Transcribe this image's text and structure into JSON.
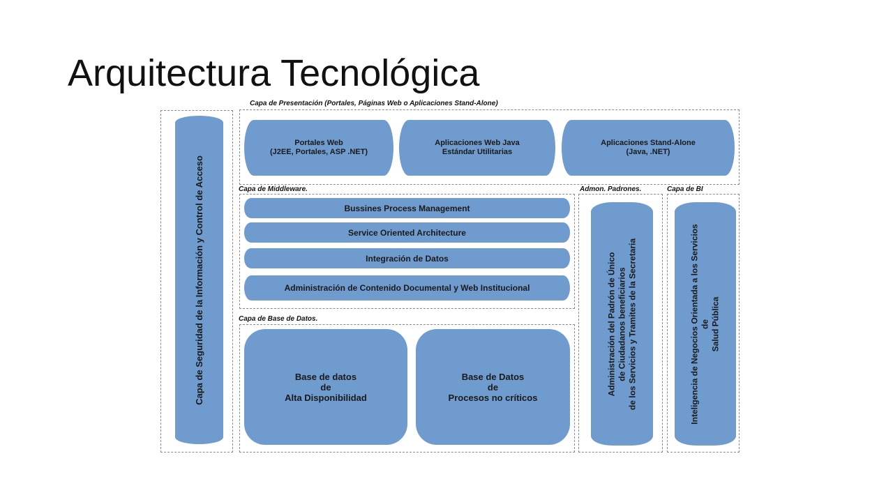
{
  "title": "Arquitectura Tecnológica",
  "colors": {
    "box_fill": "#6f9bce",
    "frame_border": "#8a8a8a"
  },
  "security": {
    "label": "Capa de Seguridad de la Información y Control de Acceso"
  },
  "presentation": {
    "label": "Capa de Presentación (Portales, Páginas Web o Aplicaciones Stand-Alone)",
    "items": [
      "Portales Web\n(J2EE, Portales, ASP .NET)",
      "Aplicaciones Web Java\nEstándar Utilitarias",
      "Aplicaciones Stand-Alone\n(Java, .NET)"
    ]
  },
  "middleware": {
    "label": "Capa de Middleware.",
    "items": [
      "Bussines Process Management",
      "Service Oriented Architecture",
      "Integración de Datos",
      "Administración de Contenido Documental y Web Institucional"
    ]
  },
  "database": {
    "label": "Capa de Base de Datos.",
    "items": [
      "Base de datos\nde\nAlta Disponibilidad",
      "Base de Datos\nde\nProcesos no críticos"
    ]
  },
  "padrones": {
    "label": "Admon. Padrones.",
    "text": "Administración del Padrón de Único\nde Ciudadanos beneficiarios\nde los Servicios y Tramites de la Secretaria"
  },
  "bi": {
    "label": "Capa de BI",
    "text": "Inteligencia de Negocios Orientada a los Servicios\nde\nSalud Pública"
  }
}
